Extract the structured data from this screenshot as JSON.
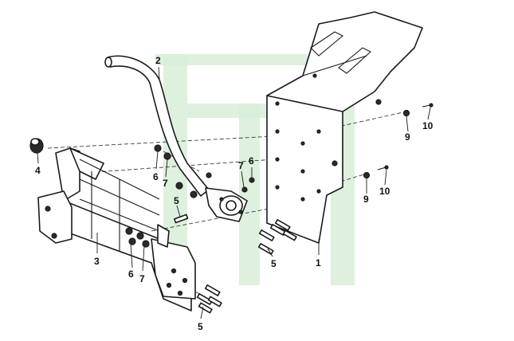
{
  "callouts": {
    "c1": "1",
    "c2": "2",
    "c3": "3",
    "c4": "4",
    "c5a": "5",
    "c5b": "5",
    "c5c": "5",
    "c6a": "6",
    "c6b": "6",
    "c6c": "6",
    "c7a": "7",
    "c7b": "7",
    "c7c": "7",
    "c9a": "9",
    "c9b": "9",
    "c10a": "10",
    "c10b": "10"
  },
  "colors": {
    "watermark": "#d8eed8",
    "line": "#1a1a1a"
  }
}
